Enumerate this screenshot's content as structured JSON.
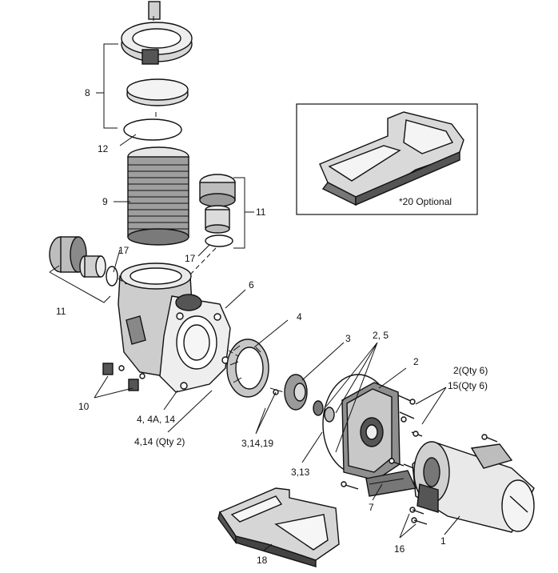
{
  "callouts": {
    "c8": "8",
    "c12": "12",
    "c9": "9",
    "c11_right": "11",
    "c17_right": "17",
    "c17_left": "17",
    "c11_left": "11",
    "c6": "6",
    "c4": "4",
    "c3": "3",
    "c25": "2, 5",
    "c2": "2",
    "c2q": "2(Qty 6)",
    "c15q": "15(Qty 6)",
    "c10": "10",
    "c4a": "4, 4A, 14",
    "c414": "4,14 (Qty 2)",
    "c31419": "3,14,19",
    "c313": "3,13",
    "c7": "7",
    "c16": "16",
    "c1": "1",
    "c18": "18"
  },
  "inset": {
    "label": "*20 Optional"
  }
}
